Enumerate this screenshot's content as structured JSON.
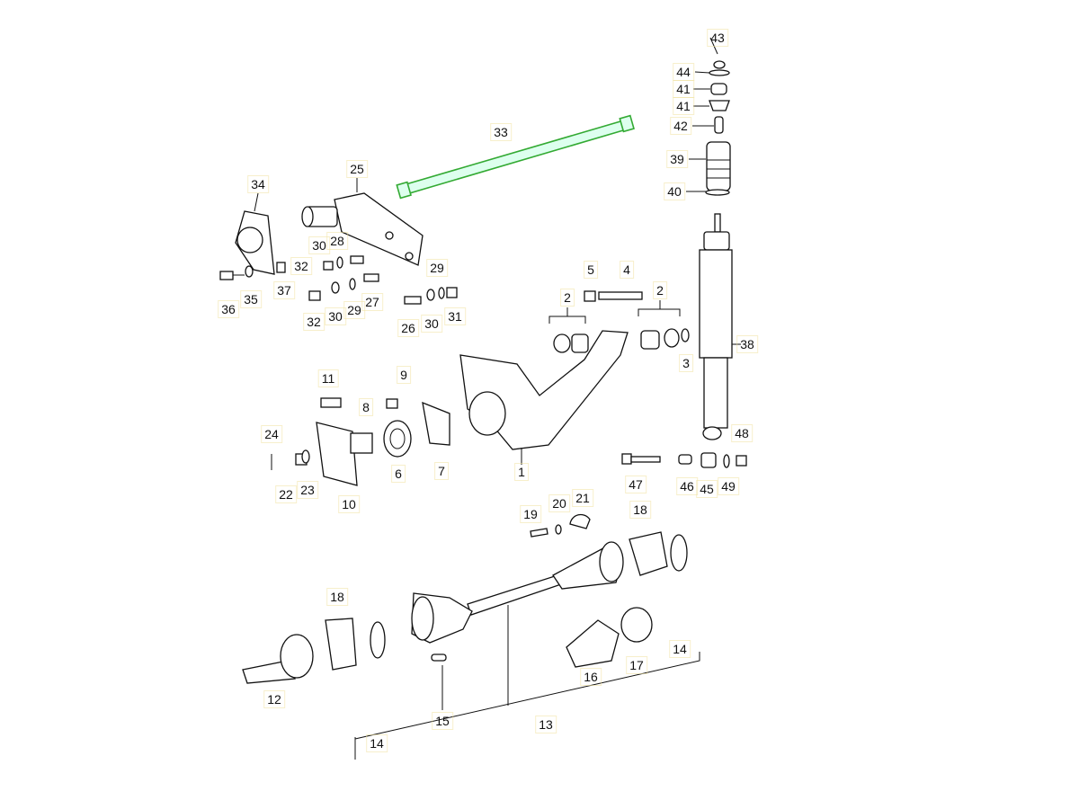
{
  "diagram": {
    "highlight_color": "#33aa33",
    "callouts": [
      "43",
      "44",
      "41",
      "41",
      "42",
      "39",
      "40",
      "33",
      "25",
      "34",
      "30",
      "28",
      "32",
      "29",
      "37",
      "35",
      "36",
      "32",
      "30",
      "29",
      "27",
      "26",
      "30",
      "31",
      "5",
      "4",
      "2",
      "2",
      "3",
      "38",
      "11",
      "9",
      "8",
      "24",
      "22",
      "23",
      "10",
      "6",
      "7",
      "1",
      "48",
      "47",
      "46",
      "45",
      "49",
      "19",
      "20",
      "21",
      "18",
      "18",
      "14",
      "17",
      "16",
      "12",
      "15",
      "13",
      "14"
    ]
  }
}
